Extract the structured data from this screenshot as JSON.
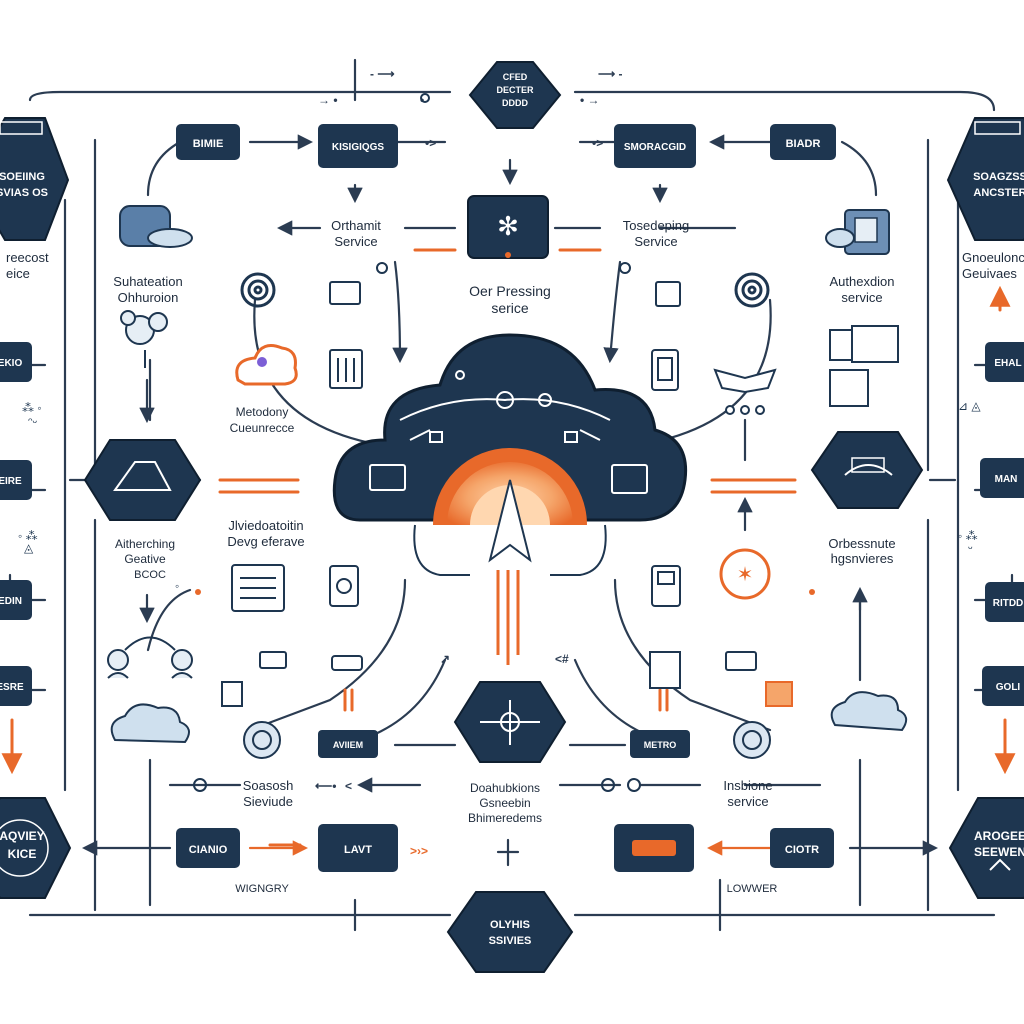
{
  "colors": {
    "navy": "#1e3650",
    "navy_light": "#2e4a6a",
    "orange": "#e8692a",
    "line": "#2b3c52",
    "cloud_fill": "#1e3650",
    "glow": "#f5a56a"
  },
  "top_hex": {
    "lines": [
      "CFED",
      "DECTER",
      "DDDD"
    ]
  },
  "bottom_hex": {
    "lines": [
      "OLYHIS",
      "SSIVIES"
    ]
  },
  "left_top_hex": {
    "lines": [
      "SOEIING",
      "SVIAS OS"
    ]
  },
  "right_top_hex": {
    "lines": [
      "SOAGZSS",
      "ANCSTER"
    ]
  },
  "left_bottom_hex": {
    "lines": [
      "AQVIEY",
      "KICE"
    ]
  },
  "right_bottom_hex": {
    "lines": [
      "AROGEE",
      "SEEWEN"
    ]
  },
  "top_boxes": {
    "bimie": "BIMIE",
    "kisiqqs": "KISIGIQGS",
    "smoracgid": "SMORACGID",
    "biadr": "BIADR"
  },
  "bottom_boxes": {
    "cianio": "CIANIO",
    "lavt": "LAVT",
    "orange_box": "",
    "ciotr": "CIOTR",
    "aviiem": "AVIIEM",
    "metro": "METRO"
  },
  "left_column_boxes": [
    "EKIO",
    "EIRE",
    "EDIN",
    "ESRE"
  ],
  "right_column_boxes": [
    "EHAL",
    "MAN",
    "RITDD",
    "GOLI"
  ],
  "labels": {
    "orthamit": [
      "Orthamit",
      "Service"
    ],
    "tosedeping": [
      "Tosedeping",
      "Service"
    ],
    "processing": [
      "Oer Pressing",
      "serice"
    ],
    "authentication_left": [
      "Suhateation",
      "Ohhuroion"
    ],
    "authentication_right": [
      "Authexdion",
      "service"
    ],
    "metodony": [
      "Metodony",
      "Cueunrecce"
    ],
    "javedoation": [
      "Jlviedoatoitin",
      "Devg eferave"
    ],
    "aithering": [
      "Aitherching",
      "Geative",
      "BCOC"
    ],
    "orbessnute": [
      "Orbessnute",
      "hgsnvieres"
    ],
    "geecost_left": [
      "reecost",
      "eice"
    ],
    "gnoeulonc_right": [
      "Gnoeulonc",
      "Geuivaes"
    ],
    "sesobsh": [
      "Soasosh",
      "Sieviude"
    ],
    "insbione": [
      "Insbione",
      "service"
    ],
    "doahubkions": [
      "Doahubkions",
      "Gsneebin",
      "Bhimeredems"
    ],
    "wigngry": "WIGNGRY",
    "lowwer": "LOWWER"
  }
}
